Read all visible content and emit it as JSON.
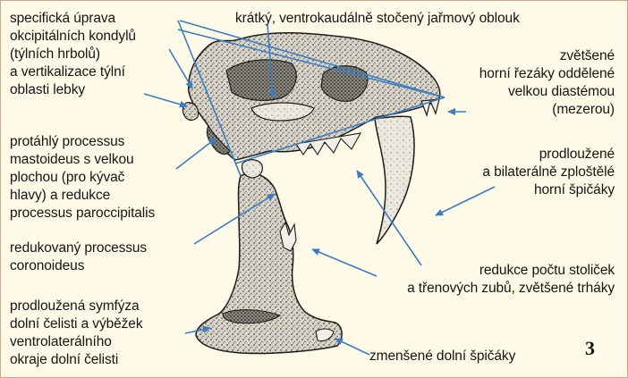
{
  "figure": {
    "number": "3",
    "arrow_color": "#3a7dc2",
    "line_color": "#3a7dc2",
    "background": "#fff9e8",
    "labels": {
      "occipital": "specifická úprava\nokcipitálních kondylů\n(týlních hrbolů)\na vertikalizace týlní\noblasti lebky",
      "zygomatic": "krátký, ventrokaudálně stočený jařmový oblouk",
      "incisors": "zvětšené\nhorní řezáky oddělené\nvelkou diastémou\n(mezerou)",
      "mastoid": "protáhlý processus\nmastoideus s velkou\nplochou (pro kývač\nhlavy) a redukce\nprocessus paroccipitalis",
      "canines_upper": "prodloužené\na bilaterálně zploštělé\nhorní špičáky",
      "coronoid": "redukovaný processus\ncoronoideus",
      "molars": "redukce počtu stoliček\na třenových zubů, zvětšené trháky",
      "symphysis": "prodloužená symfýza\ndolní čelisti a výběžek\nventrolaterálního\nokraje dolní čelisti",
      "canines_lower": "zmenšené dolní špičáky"
    }
  }
}
